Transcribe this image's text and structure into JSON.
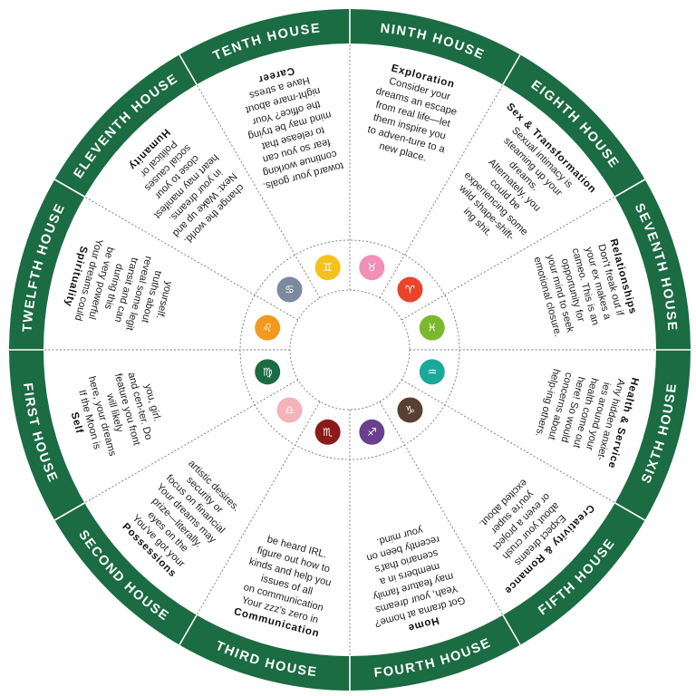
{
  "houses": [
    {
      "key": "first",
      "label": "FIRST HOUSE",
      "title": "Self",
      "body": "If the Moon is here, your dreams will likely feature you front and cen- ter. Do you, girl.",
      "sign": {
        "name": "virgo-icon",
        "glyph": "♍",
        "color": "#1b6b43"
      }
    },
    {
      "key": "second",
      "label": "SECOND HOUSE",
      "title": "Possessions",
      "body": "You've got your eyes on the prize—literally. Your dreams may focus on financial security or artistic desires.",
      "sign": {
        "name": "libra-icon",
        "glyph": "♎",
        "color": "#f3b3b8"
      }
    },
    {
      "key": "third",
      "label": "THIRD HOUSE",
      "title": "Communication",
      "body": "Your zzz's zero in on communication issues of all kinds and help you figure out how to be heard IRL.",
      "sign": {
        "name": "scorpio-icon",
        "glyph": "♏",
        "color": "#8b1a1a"
      }
    },
    {
      "key": "fourth",
      "label": "FOURTH HOUSE",
      "title": "Home",
      "body": "Got drama at home? Yeah, your dreams may feature family members in a scenario that's recently been on your mind.",
      "sign": {
        "name": "sagittarius-icon",
        "glyph": "♐",
        "color": "#6a3f8f"
      }
    },
    {
      "key": "fifth",
      "label": "FIFTH HOUSE",
      "title": "Creativity & Romance",
      "body": "Expect dreams about your crush or even a project you're super excited about.",
      "sign": {
        "name": "capricorn-icon",
        "glyph": "♑",
        "color": "#5a4032"
      }
    },
    {
      "key": "sixth",
      "label": "SIXTH HOUSE",
      "title": "Health & Service",
      "body": "Any hidden anxiet- ies around your health come out here! So would concerns about help- ing others.",
      "sign": {
        "name": "aquarius-icon",
        "glyph": "♒",
        "color": "#1aa89a"
      }
    },
    {
      "key": "seventh",
      "label": "SEVENTH HOUSE",
      "title": "Relationships",
      "body": "Don't freak out if your ex makes a cameo. This is an opportunity for your mind to seek emotional closure.",
      "sign": {
        "name": "pisces-icon",
        "glyph": "♓",
        "color": "#7cb82f"
      }
    },
    {
      "key": "eighth",
      "label": "EIGHTH HOUSE",
      "title": "Sex & Transformation",
      "body": "Sexual intimacy is steaming up your dreams. Alternately, you could be experiencing some wild shape-shift- ing shit.",
      "sign": {
        "name": "aries-icon",
        "glyph": "♈",
        "color": "#e8452c"
      }
    },
    {
      "key": "ninth",
      "label": "NINTH HOUSE",
      "title": "Exploration",
      "body": "Consider your dreams an escape from real life—let them inspire you to adven- ture to a new place.",
      "sign": {
        "name": "taurus-icon",
        "glyph": "♉",
        "color": "#f28fb4"
      }
    },
    {
      "key": "tenth",
      "label": "TENTH HOUSE",
      "title": "Career",
      "body": "Have a stress night- mare about the office? Your mind may be trying to release that fear so you can continue working toward your goals.",
      "sign": {
        "name": "gemini-icon",
        "glyph": "♊",
        "color": "#f4c21c"
      }
    },
    {
      "key": "eleventh",
      "label": "ELEVENTH HOUSE",
      "title": "Humanity",
      "body": "Political or social causes close to your heart may manifest in your dreams. Next: Wake up and change the world.",
      "sign": {
        "name": "cancer-icon",
        "glyph": "♋",
        "color": "#7b8aa0"
      }
    },
    {
      "key": "twelfth",
      "label": "TWELFTH HOUSE",
      "title": "Spirituality",
      "body": "Your dreams could be very powerful during this transit and can reveal some legit truths about yourself.",
      "sign": {
        "name": "leo-icon",
        "glyph": "♌",
        "color": "#f39a1e"
      }
    }
  ]
}
